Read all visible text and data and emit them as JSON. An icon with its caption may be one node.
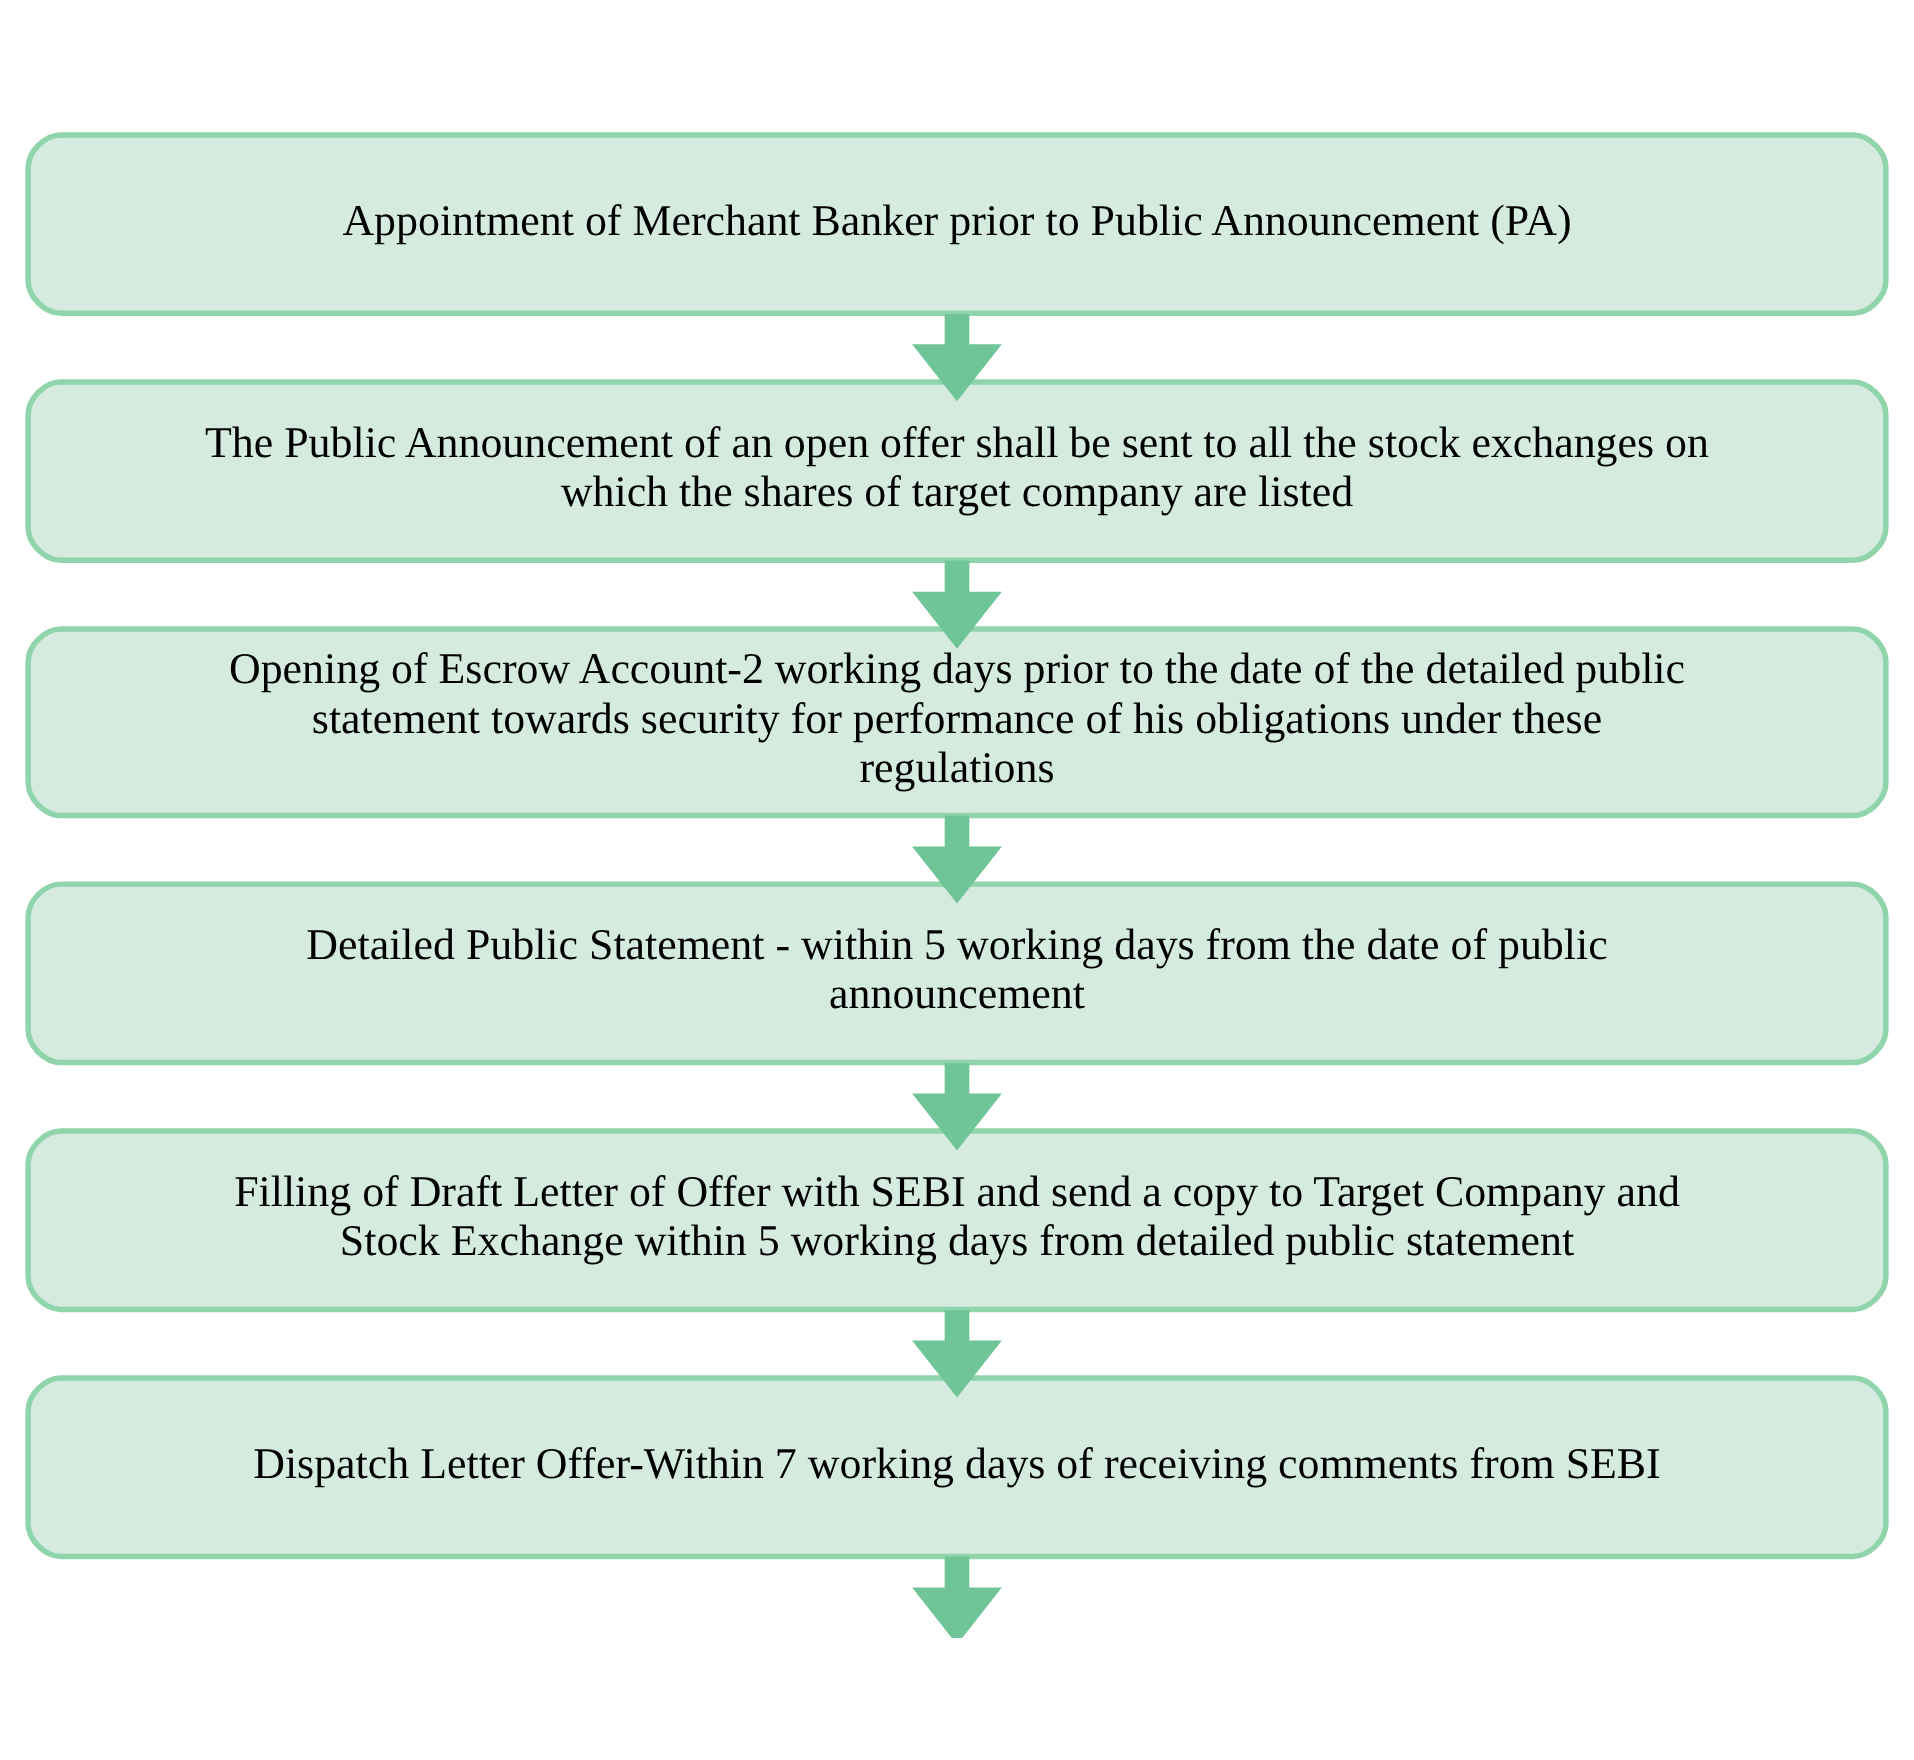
{
  "diagram": {
    "nodes": [
      {
        "text": [
          "Appointment of Merchant Banker prior to Public Announcement (PA)"
        ]
      },
      {
        "text": [
          "The Public Announcement of an open offer shall be sent to all the stock exchanges on which the shares of target company are listed"
        ]
      },
      {
        "text": [
          "Opening of Escrow Account-2 working days prior to the date of the detailed public statement towards security for performance of his obligations under these regulations"
        ]
      },
      {
        "text": [
          "Detailed Public Statement - within 5 working days from the date of public announcement"
        ]
      },
      {
        "text": [
          "Filling of Draft Letter of Offer with SEBI and send a copy to Target Company and Stock Exchange within 5 working days from detailed public statement"
        ]
      },
      {
        "text": [
          "Dispatch Letter Offer-Within 7 working days of receiving comments from SEBI"
        ]
      }
    ],
    "edges": [
      {
        "from": 0,
        "to": 1,
        "arrow": "to"
      },
      {
        "from": 1,
        "to": 2,
        "arrow": "to"
      },
      {
        "from": 2,
        "to": 3,
        "arrow": "to"
      },
      {
        "from": 3,
        "to": 4,
        "arrow": "to"
      },
      {
        "from": 4,
        "to": 5,
        "arrow": "to"
      },
      {
        "from": 5,
        "to": null,
        "arrow": "to"
      }
    ]
  }
}
